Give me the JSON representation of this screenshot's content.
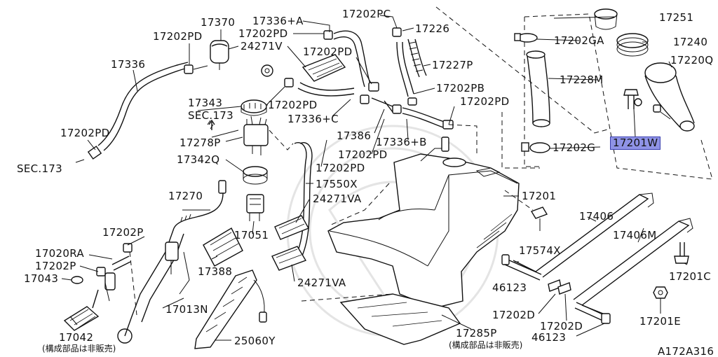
{
  "labels": {
    "p17370": "17370",
    "p17202PD_a": "17202PD",
    "p17336": "17336",
    "p17202PD_b": "17202PD",
    "sec173_a": "SEC.173",
    "p17336A": "17336+A",
    "p17202PD_c": "17202PD",
    "p24271V": "24271V",
    "p17202PD_d": "17202PD",
    "p17202PC": "17202PC",
    "p17226": "17226",
    "p17227P": "17227P",
    "p17202PB": "17202PB",
    "p17343": "17343",
    "sec173_b": "SEC.173",
    "p17202PD_e": "17202PD",
    "p17336C": "17336+C",
    "p17278P": "17278P",
    "p17342Q": "17342Q",
    "p17386": "17386",
    "p17336B": "17336+B",
    "p17202PD_f": "17202PD",
    "p17202PD_g": "17202PD",
    "p17202PD_h": "17202PD",
    "p17550X": "17550X",
    "p17270": "17270",
    "p24271VA_a": "24271VA",
    "p17051": "17051",
    "p17388": "17388",
    "p24271VA_b": "24271VA",
    "p17202P_a": "17202P",
    "p17020RA": "17020RA",
    "p17202P_b": "17202P",
    "p17043": "17043",
    "p17013N": "17013N",
    "p17042": "17042",
    "note_a": "(構成部品は非販売)",
    "p25060Y": "25060Y",
    "p17285P": "17285P",
    "note_b": "(構成部品は非販売)",
    "p17251": "17251",
    "p17240": "17240",
    "p17202GA": "17202GA",
    "p17220Q": "17220Q",
    "p17228M": "17228M",
    "p17201W": "17201W",
    "p17202G": "17202G",
    "p17201": "17201",
    "p17406": "17406",
    "p17406M": "17406M",
    "p17574X": "17574X",
    "p17201C": "17201C",
    "p46123_a": "46123",
    "p17202D_a": "17202D",
    "p17202D_b": "17202D",
    "p46123_b": "46123",
    "p17201E": "17201E",
    "diagram_id": "A172A316"
  },
  "highlight_color": "#8f93e6"
}
